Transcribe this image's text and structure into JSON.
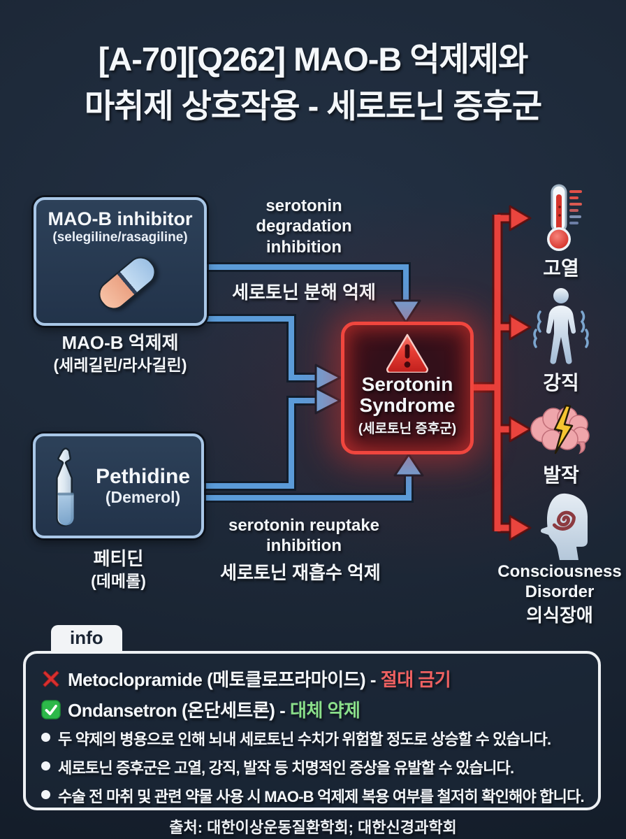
{
  "title": {
    "line1": "[A-70][Q262] MAO-B 억제제와",
    "line2": "마취제 상호작용 - 세로토닌 증후군"
  },
  "colors": {
    "background": "#1c2736",
    "box_border_blue": "#a9c7e7",
    "arrow_blue": "#5b9bd8",
    "alert_red": "#f0463e",
    "prohibited_red": "#ef6161",
    "alternative_green": "#8adf8a"
  },
  "maob_box": {
    "title": "MAO-B inhibitor",
    "subtitle": "(selegiline/rasagiline)",
    "caption_ko": "MAO-B 억제제",
    "caption_ko_sub": "(세레길린/라사길린)"
  },
  "pethidine_box": {
    "title": "Pethidine",
    "subtitle": "(Demerol)",
    "caption_ko": "페티딘",
    "caption_ko_sub": "(데메롤)"
  },
  "mechanism_top": {
    "en_line1": "serotonin",
    "en_line2": "degradation",
    "en_line3": "inhibition",
    "ko": "세로토닌 분해 억제"
  },
  "mechanism_bottom": {
    "en_line1": "serotonin reuptake",
    "en_line2": "inhibition",
    "ko": "세로토닌 재흡수 억제"
  },
  "syndrome_box": {
    "title_line1": "Serotonin",
    "title_line2": "Syndrome",
    "subtitle": "(세로토닌 증후군)"
  },
  "symptoms": [
    {
      "icon": "thermometer-icon",
      "label": "고열"
    },
    {
      "icon": "rigid-person-icon",
      "label": "강직"
    },
    {
      "icon": "brain-seizure-icon",
      "label": "발작"
    },
    {
      "icon": "consciousness-head-icon",
      "label_en_line1": "Consciousness",
      "label_en_line2": "Disorder",
      "label_ko": "의식장애"
    }
  ],
  "info_panel": {
    "tab_label": "info",
    "contraindicated": {
      "drug": "Metoclopramide (메토클로프라마이드) - ",
      "status": "절대 금기"
    },
    "alternative": {
      "drug": "Ondansetron (온단세트론) - ",
      "status": "대체 약제"
    },
    "bullets": [
      "두 약제의 병용으로 인해 뇌내 세로토닌 수치가 위험할 정도로 상승할 수 있습니다.",
      "세로토닌 증후군은 고열, 강직, 발작 등 치명적인 증상을 유발할 수 있습니다.",
      "수술 전 마취 및 관련 약물 사용 시 MAO-B 억제제 복용 여부를 철저히 확인해야 합니다."
    ]
  },
  "footer": {
    "source": "출처: 대한이상운동질환학회; 대한신경과학회"
  }
}
